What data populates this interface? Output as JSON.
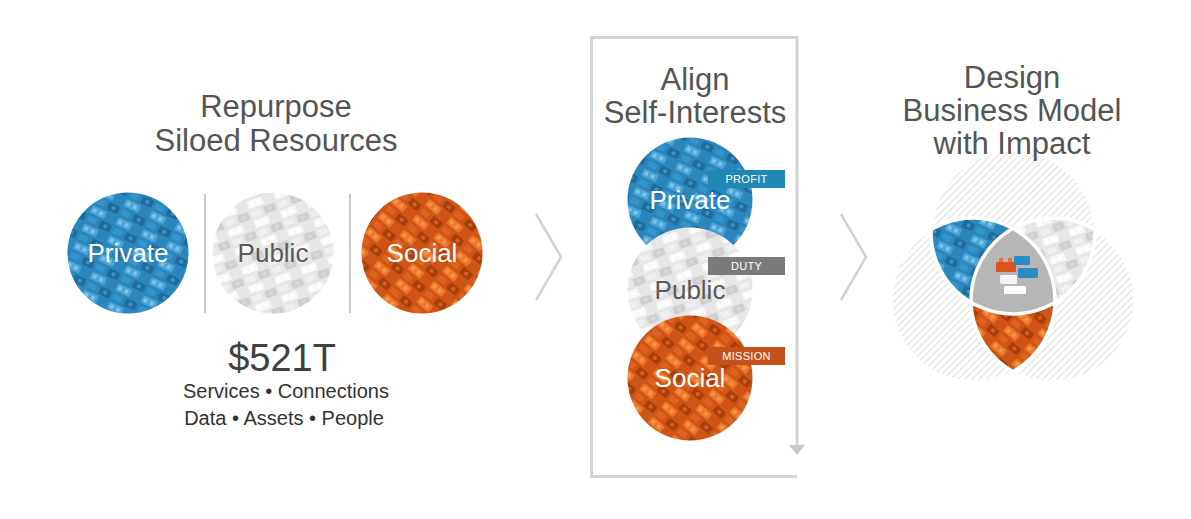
{
  "diagram": {
    "nodes": [
      {
        "text": [
          "Private"
        ]
      },
      {
        "text": [
          "Public"
        ]
      },
      {
        "text": [
          "Social"
        ]
      },
      {
        "text": [
          "Align Self-Interests"
        ]
      },
      {
        "text": [
          "Private"
        ],
        "in": 3
      },
      {
        "text": [
          "PROFIT"
        ],
        "in": 4
      },
      {
        "text": [
          "Public"
        ],
        "in": 3
      },
      {
        "text": [
          "DUTY"
        ],
        "in": 6
      },
      {
        "text": [
          "Social"
        ],
        "in": 3
      },
      {
        "text": [
          "MISSION"
        ],
        "in": 8
      }
    ],
    "labels": [
      "Repurpose Siloed Resources",
      "$521T",
      "Services • Connections",
      "Data • Assets • People",
      "Design Business Model with Impact"
    ]
  }
}
